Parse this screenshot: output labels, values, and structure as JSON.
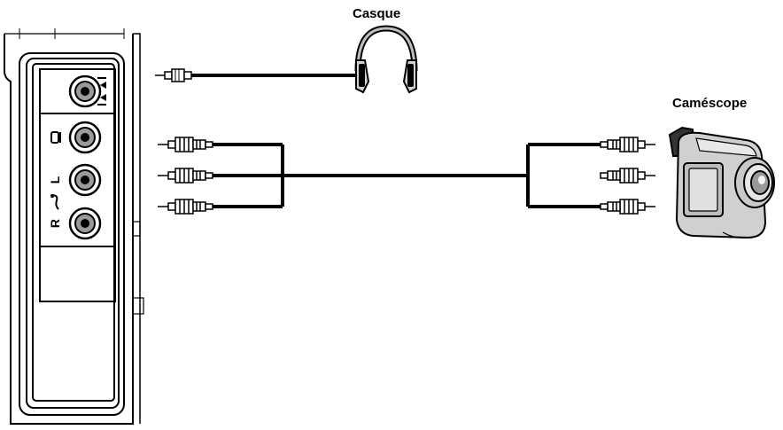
{
  "labels": {
    "headphones": "Casque",
    "camcorder": "Caméscope"
  },
  "panel": {
    "jack_labels": {
      "left": "L",
      "right": "R"
    }
  },
  "icons": {
    "headphones": "headphones-icon",
    "camcorder": "camcorder-icon",
    "video_jack": "video-symbol-icon",
    "audio_jack": "audio-symbol-icon"
  },
  "colors": {
    "line": "#000000",
    "body_gray": "#d0d0d0",
    "jack_gray": "#9a9a9a"
  }
}
